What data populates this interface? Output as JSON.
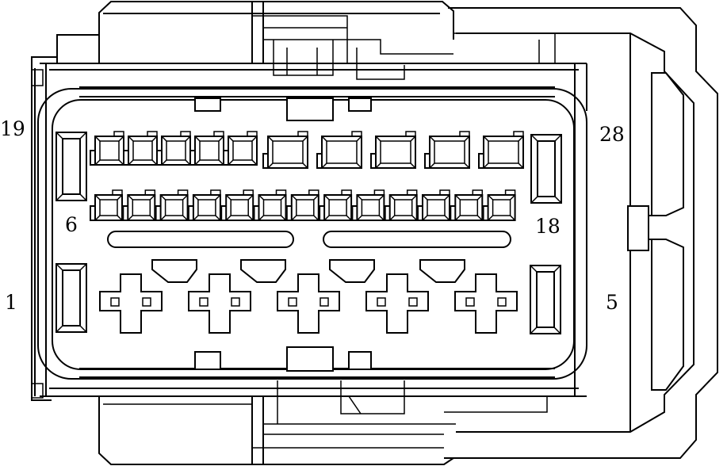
{
  "pin_labels": {
    "p19": "19",
    "p28": "28",
    "p6": "6",
    "p18": "18",
    "p1": "1",
    "p5": "5"
  },
  "colors": {
    "line": "#000000",
    "background": "#ffffff"
  }
}
